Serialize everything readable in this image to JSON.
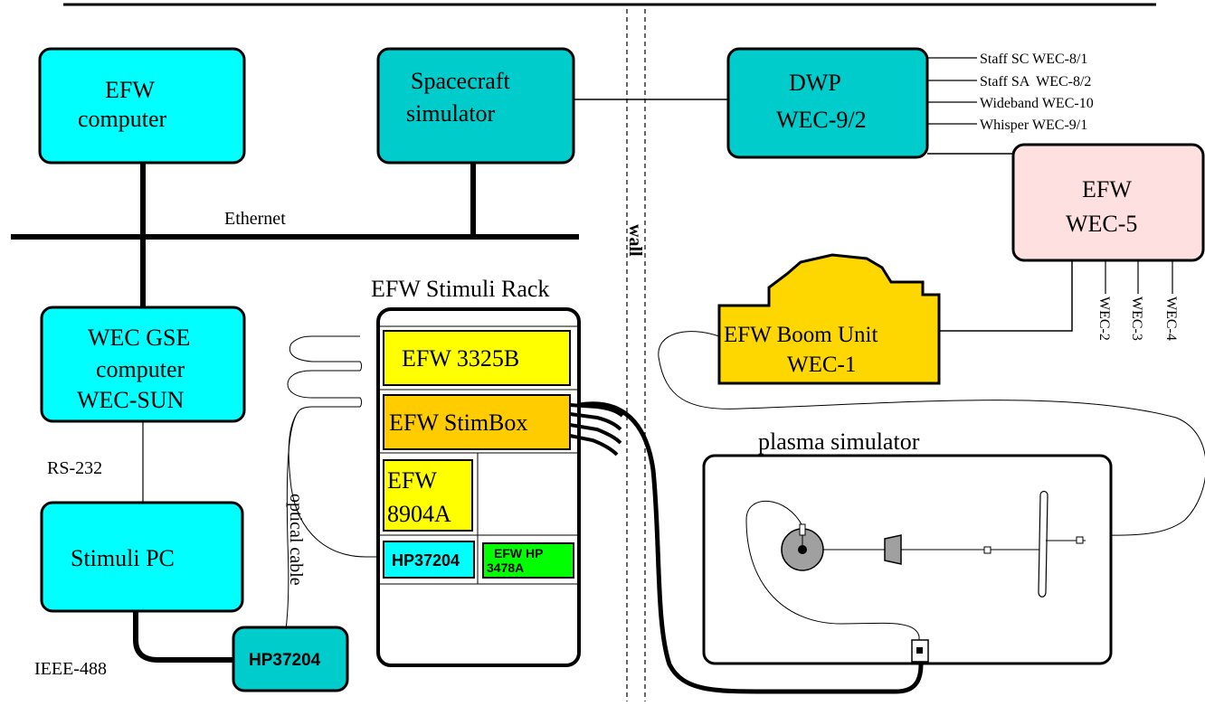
{
  "colors": {
    "cyan": "#00ffff",
    "teal": "#00cccc",
    "pink": "#ffe0e0",
    "yellow": "#ffff00",
    "orange": "#ffcc00",
    "gold": "#ffd700",
    "green": "#00ff00",
    "gray": "#a0a0a0"
  },
  "boxes": {
    "efw_computer": {
      "line1": "EFW",
      "line2": "computer"
    },
    "spacecraft_sim": {
      "line1": "Spacecraft",
      "line2": "simulator"
    },
    "dwp": {
      "line1": "DWP",
      "line2": "WEC-9/2"
    },
    "efw_wec5": {
      "line1": "EFW",
      "line2": "WEC-5"
    },
    "wec_gse": {
      "line1": "WEC GSE",
      "line2": "computer",
      "line3": "WEC-SUN"
    },
    "stimuli_pc": {
      "label": "Stimuli PC"
    },
    "hp_bottom": {
      "label": "HP37204"
    },
    "boom_unit": {
      "line1": "EFW Boom Unit",
      "line2": "WEC-1"
    }
  },
  "rack": {
    "title": "EFW Stimuli Rack",
    "efw_3325b": "EFW 3325B",
    "stimbox": "EFW StimBox",
    "efw_8904a_line1": "EFW",
    "efw_8904a_line2": "8904A",
    "hp37204": "HP37204",
    "hp3478a_line1": "EFW HP",
    "hp3478a_line2": "3478A"
  },
  "labels": {
    "ethernet": "Ethernet",
    "wall": "wall",
    "rs232": "RS-232",
    "ieee488": "IEEE-488",
    "optical_cable": "optical cable",
    "plasma_simulator": "plasma simulator"
  },
  "dwp_outputs": [
    "Staff SC WEC-8/1",
    "Staff SA  WEC-8/2",
    "Wideband WEC-10",
    "Whisper WEC-9/1"
  ],
  "wec5_outputs": [
    "WEC-2",
    "WEC-3",
    "WEC-4"
  ]
}
